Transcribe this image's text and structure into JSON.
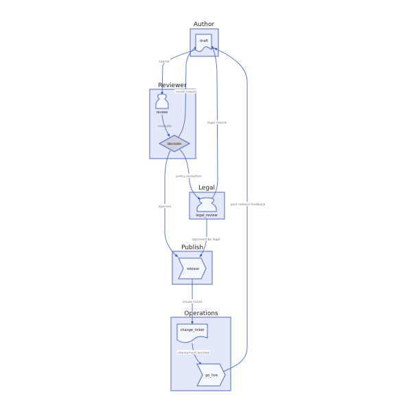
{
  "diagram": {
    "type": "swimlane-flowchart",
    "clusters": [
      {
        "id": "author",
        "title": "Author"
      },
      {
        "id": "reviewer",
        "title": "Reviewer"
      },
      {
        "id": "legal",
        "title": "Legal"
      },
      {
        "id": "publish",
        "title": "Publish"
      },
      {
        "id": "operations",
        "title": "Operations"
      }
    ],
    "nodes": [
      {
        "id": "draft",
        "label": "draft",
        "shape": "document",
        "cluster": "author"
      },
      {
        "id": "review",
        "label": "review",
        "shape": "actor",
        "cluster": "reviewer"
      },
      {
        "id": "decision",
        "label": "decision",
        "shape": "diamond",
        "cluster": "reviewer"
      },
      {
        "id": "legal_review",
        "label": "legal_review",
        "shape": "actor",
        "cluster": "legal"
      },
      {
        "id": "release",
        "label": "release",
        "shape": "chevron",
        "cluster": "publish"
      },
      {
        "id": "change_ticket",
        "label": "change_ticket",
        "shape": "document",
        "cluster": "operations"
      },
      {
        "id": "go_live",
        "label": "go_live",
        "shape": "chevron",
        "cluster": "operations"
      }
    ],
    "edges": [
      {
        "from": "draft",
        "to": "review",
        "label": "submit"
      },
      {
        "from": "review",
        "to": "decision",
        "label": "evaluate"
      },
      {
        "from": "decision",
        "to": "draft",
        "label": "needs rework"
      },
      {
        "from": "decision",
        "to": "legal_review",
        "label": "policy exception"
      },
      {
        "from": "decision",
        "to": "release",
        "label": "approve"
      },
      {
        "from": "legal_review",
        "to": "draft",
        "label": "legal rework"
      },
      {
        "from": "legal_review",
        "to": "release",
        "label": "approved by legal"
      },
      {
        "from": "release",
        "to": "change_ticket",
        "label": "create ticket"
      },
      {
        "from": "change_ticket",
        "to": "go_live",
        "label": "deployment window"
      },
      {
        "from": "go_live",
        "to": "draft",
        "label": "post release feedback"
      }
    ]
  },
  "colors": {
    "cluster_fill": "#e3e8fb",
    "stroke": "#4f68c6",
    "node_fill": "#f5f7ff",
    "decision_fill": "#cfd2dc",
    "edge_label": "#777777"
  }
}
